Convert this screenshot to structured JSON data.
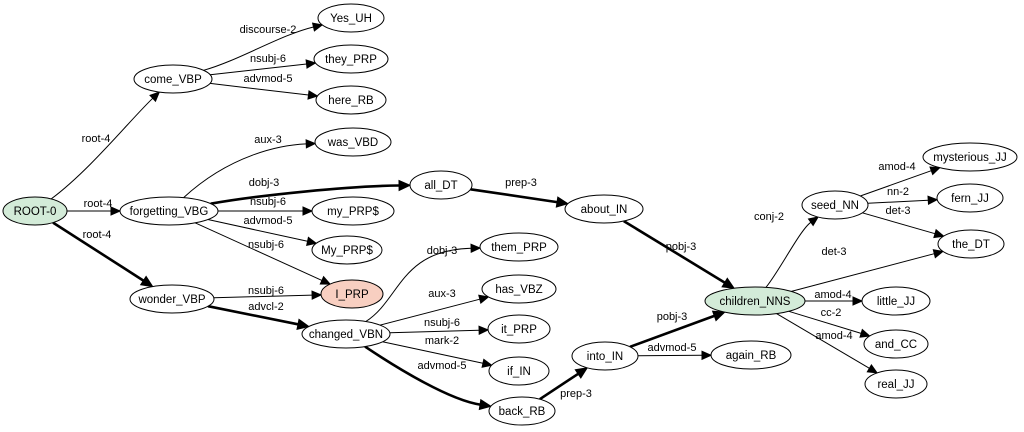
{
  "colors": {
    "default_fill": "#ffffff",
    "root_fill": "#d3ebd8",
    "hub_fill": "#d3ebd8",
    "highlight_fill": "#f8cfc1",
    "stroke": "#000000"
  },
  "nodes": [
    {
      "id": "root",
      "label": "ROOT-0",
      "style": "root"
    },
    {
      "id": "come",
      "label": "come_VBP"
    },
    {
      "id": "yes",
      "label": "Yes_UH"
    },
    {
      "id": "they",
      "label": "they_PRP"
    },
    {
      "id": "here",
      "label": "here_RB"
    },
    {
      "id": "forgetting",
      "label": "forgetting_VBG"
    },
    {
      "id": "was",
      "label": "was_VBD"
    },
    {
      "id": "all",
      "label": "all_DT"
    },
    {
      "id": "myprp",
      "label": "my_PRP$"
    },
    {
      "id": "Myprp",
      "label": "My_PRP$"
    },
    {
      "id": "i",
      "label": "I_PRP",
      "style": "highlight"
    },
    {
      "id": "wonder",
      "label": "wonder_VBP"
    },
    {
      "id": "changed",
      "label": "changed_VBN"
    },
    {
      "id": "them",
      "label": "them_PRP"
    },
    {
      "id": "has",
      "label": "has_VBZ"
    },
    {
      "id": "it",
      "label": "it_PRP"
    },
    {
      "id": "if",
      "label": "if_IN"
    },
    {
      "id": "back",
      "label": "back_RB"
    },
    {
      "id": "about",
      "label": "about_IN"
    },
    {
      "id": "into",
      "label": "into_IN"
    },
    {
      "id": "again",
      "label": "again_RB"
    },
    {
      "id": "children",
      "label": "children_NNS",
      "style": "hub"
    },
    {
      "id": "seed",
      "label": "seed_NN"
    },
    {
      "id": "mysterious",
      "label": "mysterious_JJ"
    },
    {
      "id": "fern",
      "label": "fern_JJ"
    },
    {
      "id": "the",
      "label": "the_DT"
    },
    {
      "id": "little",
      "label": "little_JJ"
    },
    {
      "id": "and",
      "label": "and_CC"
    },
    {
      "id": "real",
      "label": "real_JJ"
    }
  ],
  "edges": [
    {
      "from": "root",
      "to": "come",
      "label": "root-4"
    },
    {
      "from": "root",
      "to": "forgetting",
      "label": "root-4"
    },
    {
      "from": "root",
      "to": "wonder",
      "label": "root-4",
      "bold": true
    },
    {
      "from": "come",
      "to": "yes",
      "label": "discourse-2"
    },
    {
      "from": "come",
      "to": "they",
      "label": "nsubj-6"
    },
    {
      "from": "come",
      "to": "here",
      "label": "advmod-5"
    },
    {
      "from": "forgetting",
      "to": "was",
      "label": "aux-3"
    },
    {
      "from": "forgetting",
      "to": "all",
      "label": "dobj-3",
      "bold": true
    },
    {
      "from": "forgetting",
      "to": "myprp",
      "label": "nsubj-6"
    },
    {
      "from": "forgetting",
      "to": "Myprp",
      "label": "advmod-5"
    },
    {
      "from": "forgetting",
      "to": "i",
      "label": "nsubj-6"
    },
    {
      "from": "wonder",
      "to": "i",
      "label": "nsubj-6"
    },
    {
      "from": "wonder",
      "to": "changed",
      "label": "advcl-2",
      "bold": true
    },
    {
      "from": "changed",
      "to": "them",
      "label": "dobj-3"
    },
    {
      "from": "changed",
      "to": "has",
      "label": "aux-3"
    },
    {
      "from": "changed",
      "to": "it",
      "label": "nsubj-6"
    },
    {
      "from": "changed",
      "to": "if",
      "label": "mark-2"
    },
    {
      "from": "changed",
      "to": "back",
      "label": "advmod-5",
      "bold": true
    },
    {
      "from": "all",
      "to": "about",
      "label": "prep-3",
      "bold": true
    },
    {
      "from": "about",
      "to": "children",
      "label": "pobj-3",
      "bold": true
    },
    {
      "from": "back",
      "to": "into",
      "label": "prep-3",
      "bold": true
    },
    {
      "from": "into",
      "to": "children",
      "label": "pobj-3",
      "bold": true
    },
    {
      "from": "into",
      "to": "again",
      "label": "advmod-5"
    },
    {
      "from": "children",
      "to": "seed",
      "label": "conj-2"
    },
    {
      "from": "children",
      "to": "the",
      "label": "det-3"
    },
    {
      "from": "children",
      "to": "little",
      "label": "amod-4"
    },
    {
      "from": "children",
      "to": "and",
      "label": "cc-2"
    },
    {
      "from": "children",
      "to": "real",
      "label": "amod-4"
    },
    {
      "from": "seed",
      "to": "mysterious",
      "label": "amod-4"
    },
    {
      "from": "seed",
      "to": "fern",
      "label": "nn-2"
    },
    {
      "from": "seed",
      "to": "the",
      "label": "det-3"
    }
  ]
}
